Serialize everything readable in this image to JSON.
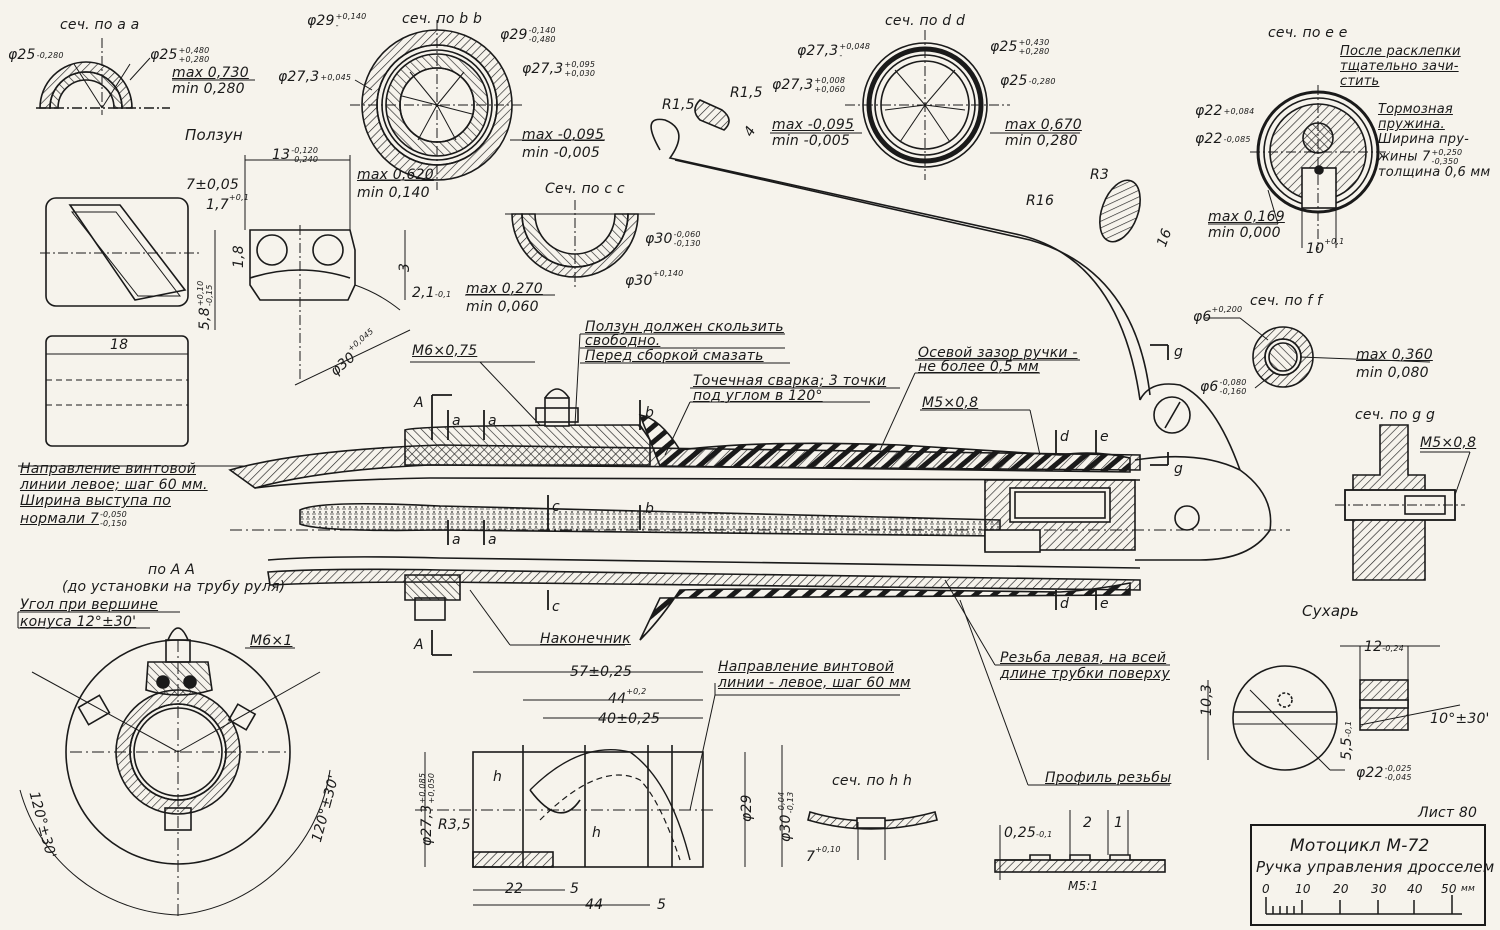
{
  "sheet": {
    "sheet_number": "Лист 80",
    "title_block": {
      "product": "Мотоцикл   М-72",
      "part": "Ручка управления дросселем",
      "scale_labels": [
        "0",
        "10",
        "20",
        "30",
        "40",
        "50"
      ],
      "scale_unit": "мм"
    }
  },
  "sections": {
    "aa": {
      "title": "сеч. по a a",
      "d_left": "φ25",
      "d_left_tol": [
        "",
        "-0,280"
      ],
      "d_right": "φ25",
      "d_right_tol": [
        "+0,480",
        "+0,280"
      ],
      "max": "max 0,730",
      "min": "min 0,280"
    },
    "bb": {
      "title": "сеч. по b b",
      "d29_left": "φ29",
      "d29_left_tol": [
        "+0,140",
        "-"
      ],
      "d29_right": "φ29",
      "d29_right_tol": [
        "-0,140",
        "-0,480"
      ],
      "d273_left": "φ27,3",
      "d273_left_tol": [
        "+0,045",
        ""
      ],
      "d273_right": "φ27,3",
      "d273_right_tol": [
        "+0,095",
        "+0,030"
      ],
      "max": "max -0,095",
      "min": "min -0,005",
      "max2": "max 0,620",
      "min2": "min 0,140"
    },
    "cc": {
      "title": "Сеч. по c c",
      "d30_a": "φ30",
      "d30_a_tol": [
        "-0,060",
        "-0,130"
      ],
      "d30_b": "φ30",
      "d30_b_tol": [
        "+0,140",
        ""
      ],
      "max": "max 0,270",
      "min": "min 0,060"
    },
    "dd": {
      "title": "сеч. по d d",
      "d273_a": "φ27,3",
      "d273_a_tol": [
        "+0,048",
        "-"
      ],
      "d273_b": "φ27,3",
      "d273_b_tol": [
        "+0,008",
        "+0,060"
      ],
      "d25_a": "φ25",
      "d25_a_tol": [
        "+0,430",
        "+0,280"
      ],
      "d25_b": "φ25",
      "d25_b_tol": [
        "",
        "-0,280"
      ],
      "max_l": "max -0,095",
      "min_l": "min -0,005",
      "max_r": "max 0,670",
      "min_r": "min 0,280"
    },
    "ee": {
      "title": "сеч. по e e",
      "note": [
        "После расклепки",
        "тщательно зачи-",
        "стить"
      ],
      "spring": [
        "Тормозная",
        "пружина.",
        "Ширина пру-",
        "жины 7",
        "толщина 0,6 мм"
      ],
      "spring_tol": [
        "+0,250",
        "-0,350"
      ],
      "d22_a": "φ22",
      "d22_a_tol": [
        "+0,084",
        ""
      ],
      "d22_b": "φ22",
      "d22_b_tol": [
        "",
        "-0,085"
      ],
      "max": "max 0,169",
      "min": "min 0,000",
      "width": "10",
      "width_tol": "+0,1"
    },
    "ff": {
      "title": "сеч. по f f",
      "d6_a": "φ6",
      "d6_a_tol": [
        "+0,200",
        ""
      ],
      "d6_b": "φ6",
      "d6_b_tol": [
        "-0,080",
        "-0,160"
      ],
      "max": "max 0,360",
      "min": "min 0,080"
    },
    "gg": {
      "title": "сеч. по g g",
      "thread": "M5×0,8"
    },
    "hh": {
      "title": "сеч. по h h",
      "dim": "7",
      "dim_tol": "+0,10"
    }
  },
  "slider": {
    "title": "Ползун",
    "dim13": "13",
    "dim13_tol": [
      "-0,120",
      "-0,240"
    ],
    "dim7": "7±0,05",
    "dim17": "1,7",
    "dim17_tol": "+0,1",
    "dim18": "1,8",
    "dim58": "5,8",
    "dim58_tol": [
      "+0,10",
      "-0,15"
    ],
    "dim3": "3",
    "dim21": "2,1",
    "dim21_tol": "-0,1",
    "dim30": "φ30",
    "dim30_tol": "+0,045",
    "dim18b": "18",
    "helix_note": [
      "Направление винтовой",
      "линии левое; шаг 60 мм.",
      "Ширина выступа по",
      "нормали 7"
    ],
    "helix_tol": [
      "-0,050",
      "-0,150"
    ]
  },
  "assembly": {
    "thread_m6": "M6×0,75",
    "slide_note": [
      "Ползун должен скользить",
      "свободно.",
      "Перед сборкой смазать"
    ],
    "weld_note": [
      "Точечная сварка; 3 точки",
      "под углом в 120°"
    ],
    "axial_note": [
      "Осевой зазор ручки -",
      "не более 0,5 мм"
    ],
    "thread_m5": "M5×0,8",
    "tip_label": "Наконечник",
    "thread_note": [
      "Резьба левая, на всей",
      "длине трубки поверху"
    ],
    "profile_label": "Профиль резьбы",
    "section_marks": [
      "A",
      "A",
      "a",
      "a",
      "a",
      "a",
      "b",
      "b",
      "c",
      "c",
      "d",
      "d",
      "e",
      "e",
      "g",
      "g"
    ],
    "lever_r1": "R1,5",
    "lever_r2": "R1,5",
    "lever_w": "4",
    "grip_r3": "R3",
    "grip_r16": "R16",
    "grip_16": "16"
  },
  "view_aa": {
    "title": "по A A",
    "subtitle": "(до установки на трубу руля)",
    "cone_note": [
      "Угол при вершине",
      "конуса  12°±30'"
    ],
    "thread": "M6×1",
    "angle_left": "120°±30'",
    "angle_right": "120°±30'"
  },
  "tip": {
    "helix_note": [
      "Направление винтовой",
      "линии - левое, шаг 60 мм"
    ],
    "d57": "57±0,25",
    "d44": "44",
    "d44_tol": "+0,2",
    "d40": "40±0,25",
    "d22": "22",
    "d5a": "5",
    "d44b": "44",
    "d5b": "5",
    "d273": "φ27,3",
    "d273_tol": [
      "+0,085",
      "+0,050"
    ],
    "r35": "R3,5",
    "d29": "φ29",
    "d30": "φ30",
    "d30_tol": [
      "-0,04",
      "-0,13"
    ],
    "h_marks": [
      "h",
      "h"
    ]
  },
  "cracker": {
    "title": "Сухарь",
    "d12": "12",
    "d12_tol": "-0,24",
    "d103": "10,3",
    "d55": "5,5",
    "d55_tol": "-0,1",
    "d22": "φ22",
    "d22_tol": [
      "-0,025",
      "-0,045"
    ],
    "angle": "10°±30'"
  },
  "thread_profile": {
    "d025": "0,25",
    "d025_tol": "-0,1",
    "d2": "2",
    "d1": "1",
    "scale": "M5:1"
  }
}
